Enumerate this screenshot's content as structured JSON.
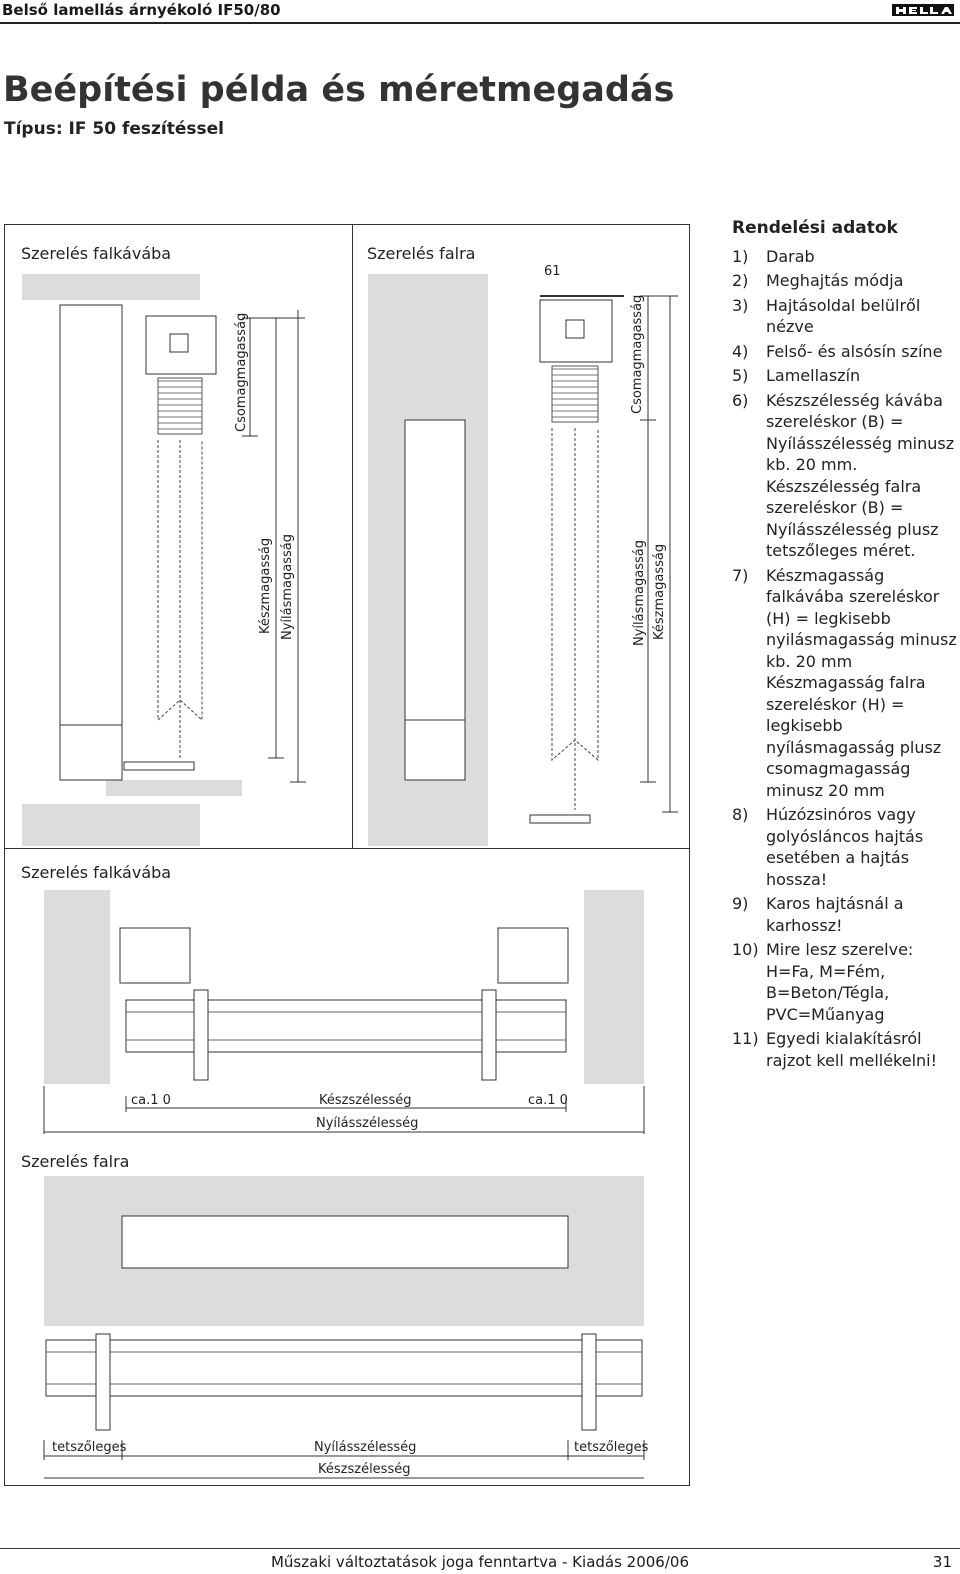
{
  "header": {
    "title": "Belső lamellás árnyékoló IF50/80",
    "logo_alt": "HELLA"
  },
  "page": {
    "title": "Beépítési példa és méretmegadás",
    "subtitle": "Típus: IF 50 feszítéssel"
  },
  "drawings": {
    "top_left_label": "Szerelés falkávába",
    "top_right_label": "Szerelés falra",
    "dim_61": "61",
    "left_csomag": "Csomagmagasság",
    "left_kesz": "Készmagasság",
    "left_nyilas": "Nyílásmagasság",
    "right_csomag": "Csomagmagasság",
    "right_nyilas": "Nyílásmagasság",
    "right_kesz": "Készmagasság",
    "mid_label": "Szerelés falkávába",
    "mid_ca_left": "ca.1 0",
    "mid_keszszel": "Készszélesség",
    "mid_ca_right": "ca.1 0",
    "mid_nyilasszel": "Nyílásszélesség",
    "bottom_label": "Szerelés falra",
    "bot_tets_left": "tetszőleges",
    "bot_nyilasszel": "Nyílásszélesség",
    "bot_tets_right": "tetszőleges",
    "bot_keszszel": "Készszélesség"
  },
  "order": {
    "title": "Rendelési adatok",
    "items": [
      {
        "num": "1)",
        "text": "Darab"
      },
      {
        "num": "2)",
        "text": "Meghajtás módja"
      },
      {
        "num": "3)",
        "text": "Hajtásoldal belülről nézve"
      },
      {
        "num": "4)",
        "text": "Felső- és alsósín színe"
      },
      {
        "num": "5)",
        "text": "Lamellaszín"
      },
      {
        "num": "6)",
        "text": "Készszélesség kávába szereléskor (B) = Nyílásszélesség minusz kb. 20 mm. Készszélesség falra szereléskor (B) = Nyílásszélesség plusz tetszőleges méret."
      },
      {
        "num": "7)",
        "text": "Készmagasság falkávába szereléskor (H) = legkisebb nyilásmagasság minusz kb. 20 mm Készmagasság falra szereléskor (H) = legkisebb nyílásmagasság plusz csomagmagasság minusz 20 mm"
      },
      {
        "num": "8)",
        "text": "Húzózsinóros vagy golyósláncos hajtás esetében a hajtás hossza!"
      },
      {
        "num": "9)",
        "text": "Karos hajtásnál a karhossz!"
      },
      {
        "num": "10)",
        "text": "Mire lesz szerelve: H=Fa, M=Fém, B=Beton/Tégla, PVC=Műanyag"
      },
      {
        "num": "11)",
        "text": "Egyedi kialakításról rajzot kell mellékelni!"
      }
    ]
  },
  "footer": {
    "text": "Műszaki változtatások joga fenntartva - Kiadás 2006/06",
    "page": "31"
  },
  "colors": {
    "wall": "#dcdcdc",
    "line": "#333333"
  }
}
